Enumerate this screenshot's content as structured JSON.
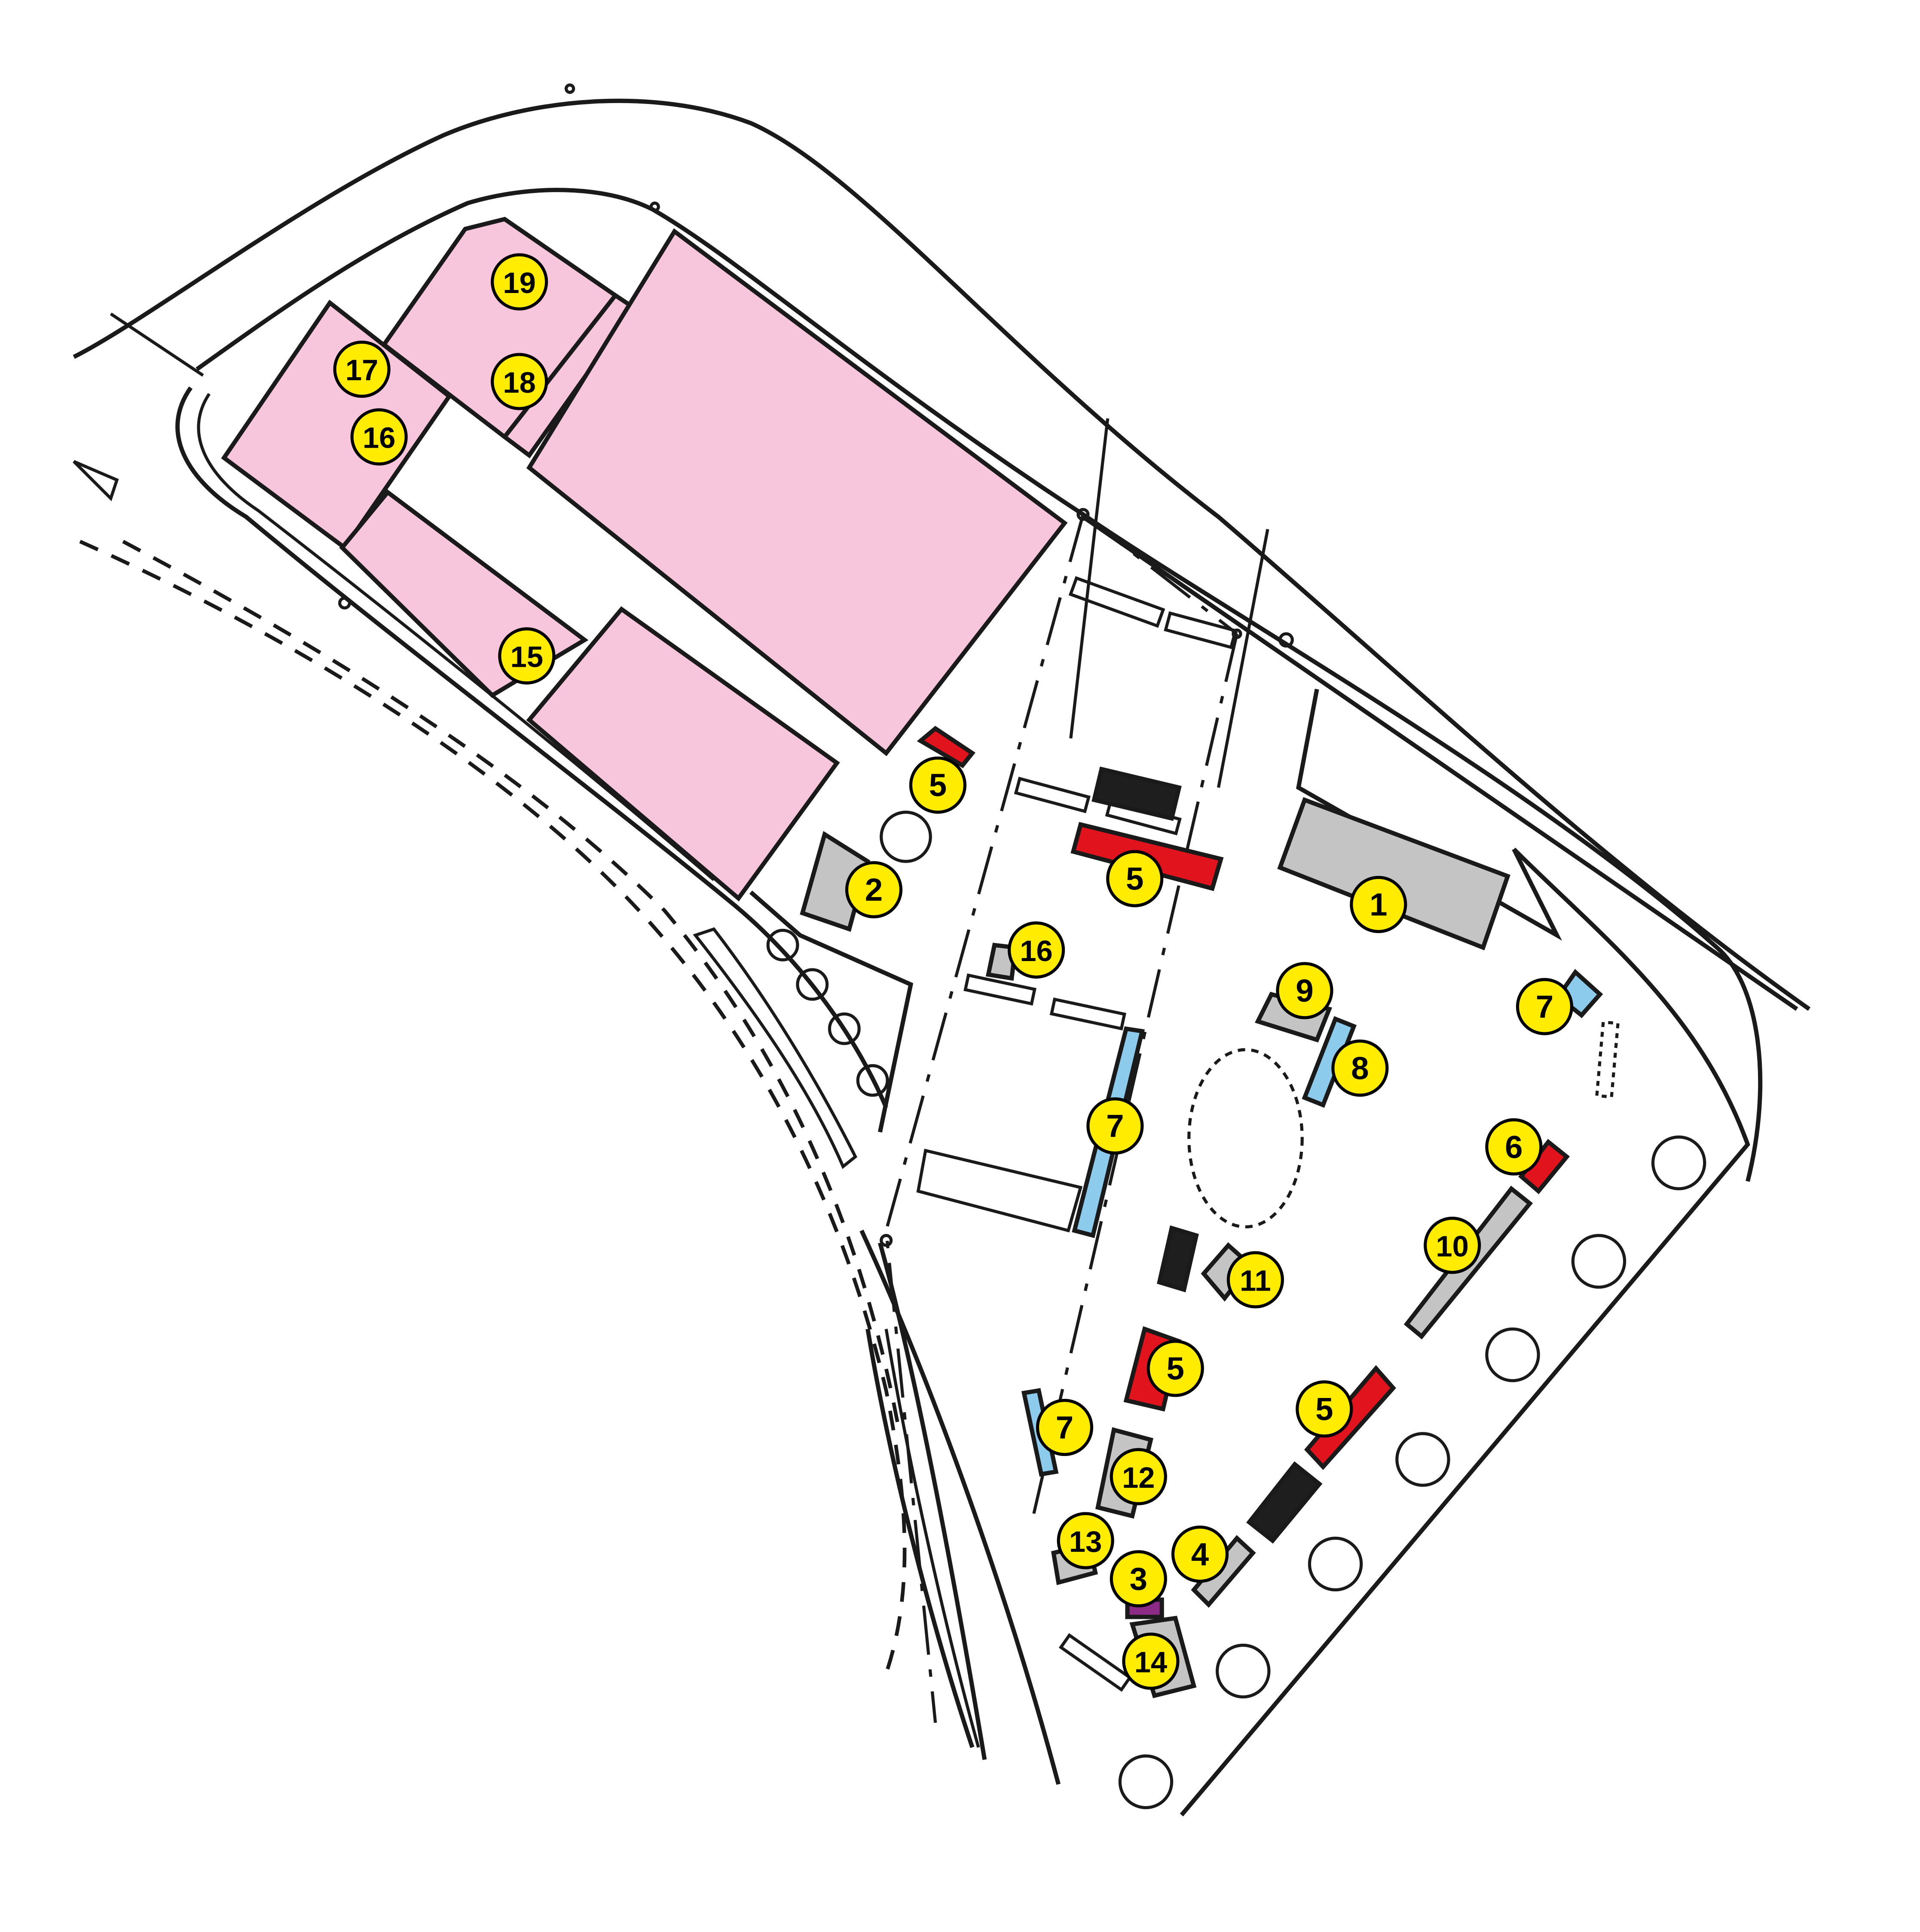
{
  "colors": {
    "building": "#f7c6dc",
    "gray_structure": "#c4c4c4",
    "red_container": "#e1141e",
    "blue_element": "#8ccbec",
    "black_unit": "#1e1e1e",
    "purple_unit": "#8c2a86",
    "tree": "#d0dd55",
    "marker_fill": "#ffec00",
    "marker_text": "#000000"
  },
  "markers": [
    {
      "label": "1"
    },
    {
      "label": "2"
    },
    {
      "label": "3"
    },
    {
      "label": "4"
    },
    {
      "label": "5"
    },
    {
      "label": "5"
    },
    {
      "label": "5"
    },
    {
      "label": "5"
    },
    {
      "label": "6"
    },
    {
      "label": "7"
    },
    {
      "label": "7"
    },
    {
      "label": "7"
    },
    {
      "label": "8"
    },
    {
      "label": "9"
    },
    {
      "label": "10"
    },
    {
      "label": "11"
    },
    {
      "label": "12"
    },
    {
      "label": "13"
    },
    {
      "label": "14"
    },
    {
      "label": "15"
    },
    {
      "label": "16"
    },
    {
      "label": "16"
    },
    {
      "label": "17"
    },
    {
      "label": "18"
    },
    {
      "label": "19"
    }
  ]
}
